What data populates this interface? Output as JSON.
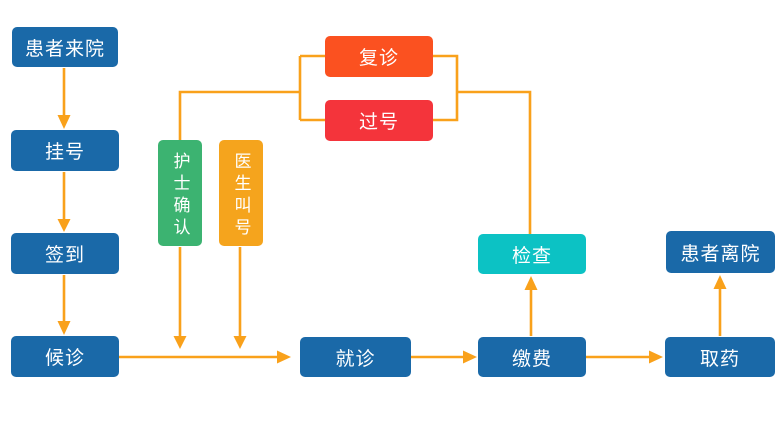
{
  "diagram": {
    "type": "flowchart",
    "description": "Hospital outpatient visit process flowchart",
    "nodes": {
      "arrive": {
        "label": "患者来院",
        "color": "#1a69a8"
      },
      "register": {
        "label": "挂号",
        "color": "#1a69a8"
      },
      "checkin": {
        "label": "签到",
        "color": "#1a69a8"
      },
      "waiting": {
        "label": "候诊",
        "color": "#1a69a8"
      },
      "nurse_confirm": {
        "label": "护士确认",
        "color": "#3cb371"
      },
      "doctor_call": {
        "label": "医生叫号",
        "color": "#f5a41d"
      },
      "return_visit": {
        "label": "复诊",
        "color": "#fb5120"
      },
      "missed_number": {
        "label": "过号",
        "color": "#f4343b"
      },
      "consultation": {
        "label": "就诊",
        "color": "#1a69a8"
      },
      "examination": {
        "label": "检查",
        "color": "#0cc2c4"
      },
      "payment": {
        "label": "缴费",
        "color": "#1a69a8"
      },
      "patient_leave": {
        "label": "患者离院",
        "color": "#1a69a8"
      },
      "pharmacy": {
        "label": "取药",
        "color": "#1a69a8"
      }
    },
    "edges": [
      {
        "from": "患者来院",
        "to": "挂号",
        "type": "arrow"
      },
      {
        "from": "挂号",
        "to": "签到",
        "type": "arrow"
      },
      {
        "from": "签到",
        "to": "候诊",
        "type": "arrow"
      },
      {
        "from": "候诊",
        "to": "就诊",
        "type": "arrow"
      },
      {
        "from": "护士确认",
        "to": "候诊-就诊通道",
        "type": "arrow"
      },
      {
        "from": "医生叫号",
        "to": "候诊-就诊通道",
        "type": "arrow"
      },
      {
        "from": "就诊",
        "to": "缴费",
        "type": "arrow"
      },
      {
        "from": "缴费",
        "to": "检查",
        "type": "arrow"
      },
      {
        "from": "缴费",
        "to": "取药",
        "type": "arrow"
      },
      {
        "from": "取药",
        "to": "患者离院",
        "type": "arrow"
      },
      {
        "from": "检查",
        "to": "复诊 / 过号",
        "type": "line"
      },
      {
        "from": "复诊 / 过号",
        "to": "护士确认",
        "type": "line"
      }
    ],
    "palette": {
      "node_blue": "#1a69a8",
      "node_green": "#3cb371",
      "node_orange": "#f5a41d",
      "node_orange_red": "#fb5120",
      "node_red": "#f4343b",
      "node_teal": "#0cc2c4",
      "connector": "#f9a11b",
      "node_text": "#ffffff",
      "background": "#ffffff"
    }
  }
}
